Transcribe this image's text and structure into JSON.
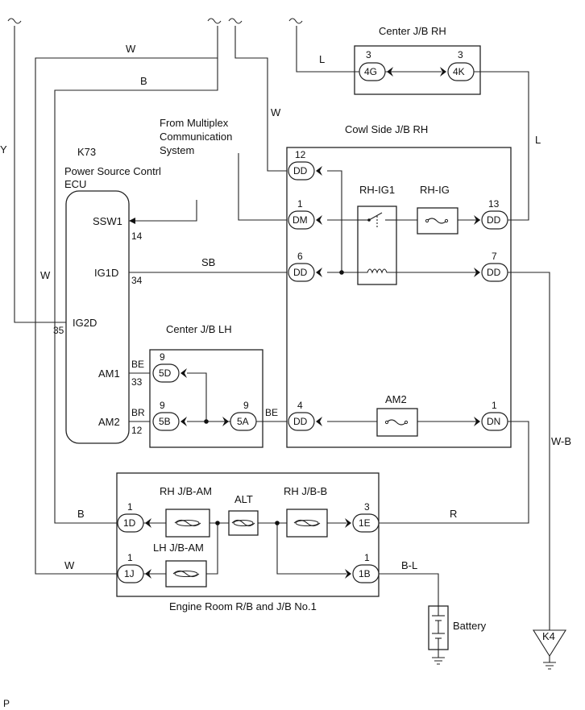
{
  "diagram": {
    "blocks": {
      "center_jb_rh": "Center J/B RH",
      "cowl_side_jb_rh": "Cowl Side J/B RH",
      "center_jb_lh": "Center J/B LH",
      "engine_room": "Engine Room R/B and J/B No.1",
      "ecu_id": "K73",
      "ecu_name_1": "Power Source Contrl",
      "ecu_name_2": "ECU",
      "multiplex_1": "From Multiplex",
      "multiplex_2": "Communication",
      "multiplex_3": "System",
      "battery": "Battery",
      "ground": "K4",
      "page_mark": "P"
    },
    "ecu_pins": [
      {
        "name": "SSW1",
        "num": "14"
      },
      {
        "name": "IG1D",
        "num": "34"
      },
      {
        "name": "IG2D",
        "num": "35"
      },
      {
        "name": "AM1",
        "num": "33"
      },
      {
        "name": "AM2",
        "num": "12"
      }
    ],
    "connectors": {
      "c4G": {
        "code": "4G",
        "pin": "3"
      },
      "c4K": {
        "code": "4K",
        "pin": "3"
      },
      "dd12": {
        "code": "DD",
        "pin": "12"
      },
      "dm1": {
        "code": "DM",
        "pin": "1"
      },
      "dd6": {
        "code": "DD",
        "pin": "6"
      },
      "dd4": {
        "code": "DD",
        "pin": "4"
      },
      "dd13": {
        "code": "DD",
        "pin": "13"
      },
      "dd7": {
        "code": "DD",
        "pin": "7"
      },
      "dn1": {
        "code": "DN",
        "pin": "1"
      },
      "c5D": {
        "code": "5D",
        "pin": "9"
      },
      "c5B": {
        "code": "5B",
        "pin": "9"
      },
      "c5A": {
        "code": "5A",
        "pin": "9"
      },
      "c1D": {
        "code": "1D",
        "pin": "1"
      },
      "c1J": {
        "code": "1J",
        "pin": "1"
      },
      "c1E": {
        "code": "1E",
        "pin": "3"
      },
      "c1B": {
        "code": "1B",
        "pin": "1"
      }
    },
    "components": {
      "rh_ig1": "RH-IG1",
      "rh_ig": "RH-IG",
      "am2": "AM2",
      "rh_jb_am": "RH J/B-AM",
      "alt": "ALT",
      "rh_jb_b": "RH J/B-B",
      "lh_jb_am": "LH J/B-AM"
    },
    "wires": {
      "w_top": "W",
      "b_top": "B",
      "y_left": "Y",
      "w_left": "W",
      "w_mid": "W",
      "l_top": "L",
      "l_right": "L",
      "sb": "SB",
      "be_am1": "BE",
      "br_am2": "BR",
      "be_mid": "BE",
      "wb": "W-B",
      "b_1d": "B",
      "w_1j": "W",
      "r_1e": "R",
      "bl": "B-L"
    }
  }
}
